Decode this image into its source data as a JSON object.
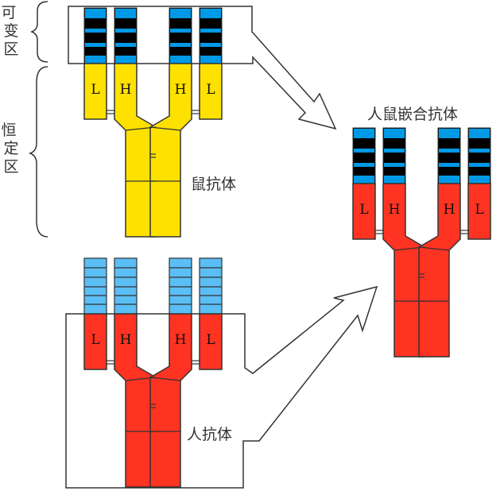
{
  "title": "Mouse-human chimeric antibody diagram",
  "labels": {
    "variable_region": "可变区",
    "constant_region": "恒定区",
    "mouse_antibody": "鼠抗体",
    "human_antibody": "人抗体",
    "chimeric_antibody": "人鼠嵌合抗体"
  },
  "chain_labels": {
    "light": "L",
    "heavy": "H"
  },
  "chains_order": [
    "L",
    "H",
    "H",
    "L"
  ],
  "colors": {
    "mouse_constant": "#FFE100",
    "human_constant": "#FF3322",
    "mouse_variable_light": "#0099E6",
    "mouse_variable_dark": "#000000",
    "human_variable": "#5BBEF5",
    "outline": "#333333"
  },
  "antibodies": [
    {
      "id": "mouse",
      "label": "鼠抗体",
      "constant_color": "#FFE100",
      "variable_style": "striped-dark"
    },
    {
      "id": "human",
      "label": "人抗体",
      "constant_color": "#FF3322",
      "variable_style": "light-blue"
    },
    {
      "id": "chimeric",
      "label": "人鼠嵌合抗体",
      "constant_color": "#FF3322",
      "variable_style": "striped-dark"
    }
  ]
}
